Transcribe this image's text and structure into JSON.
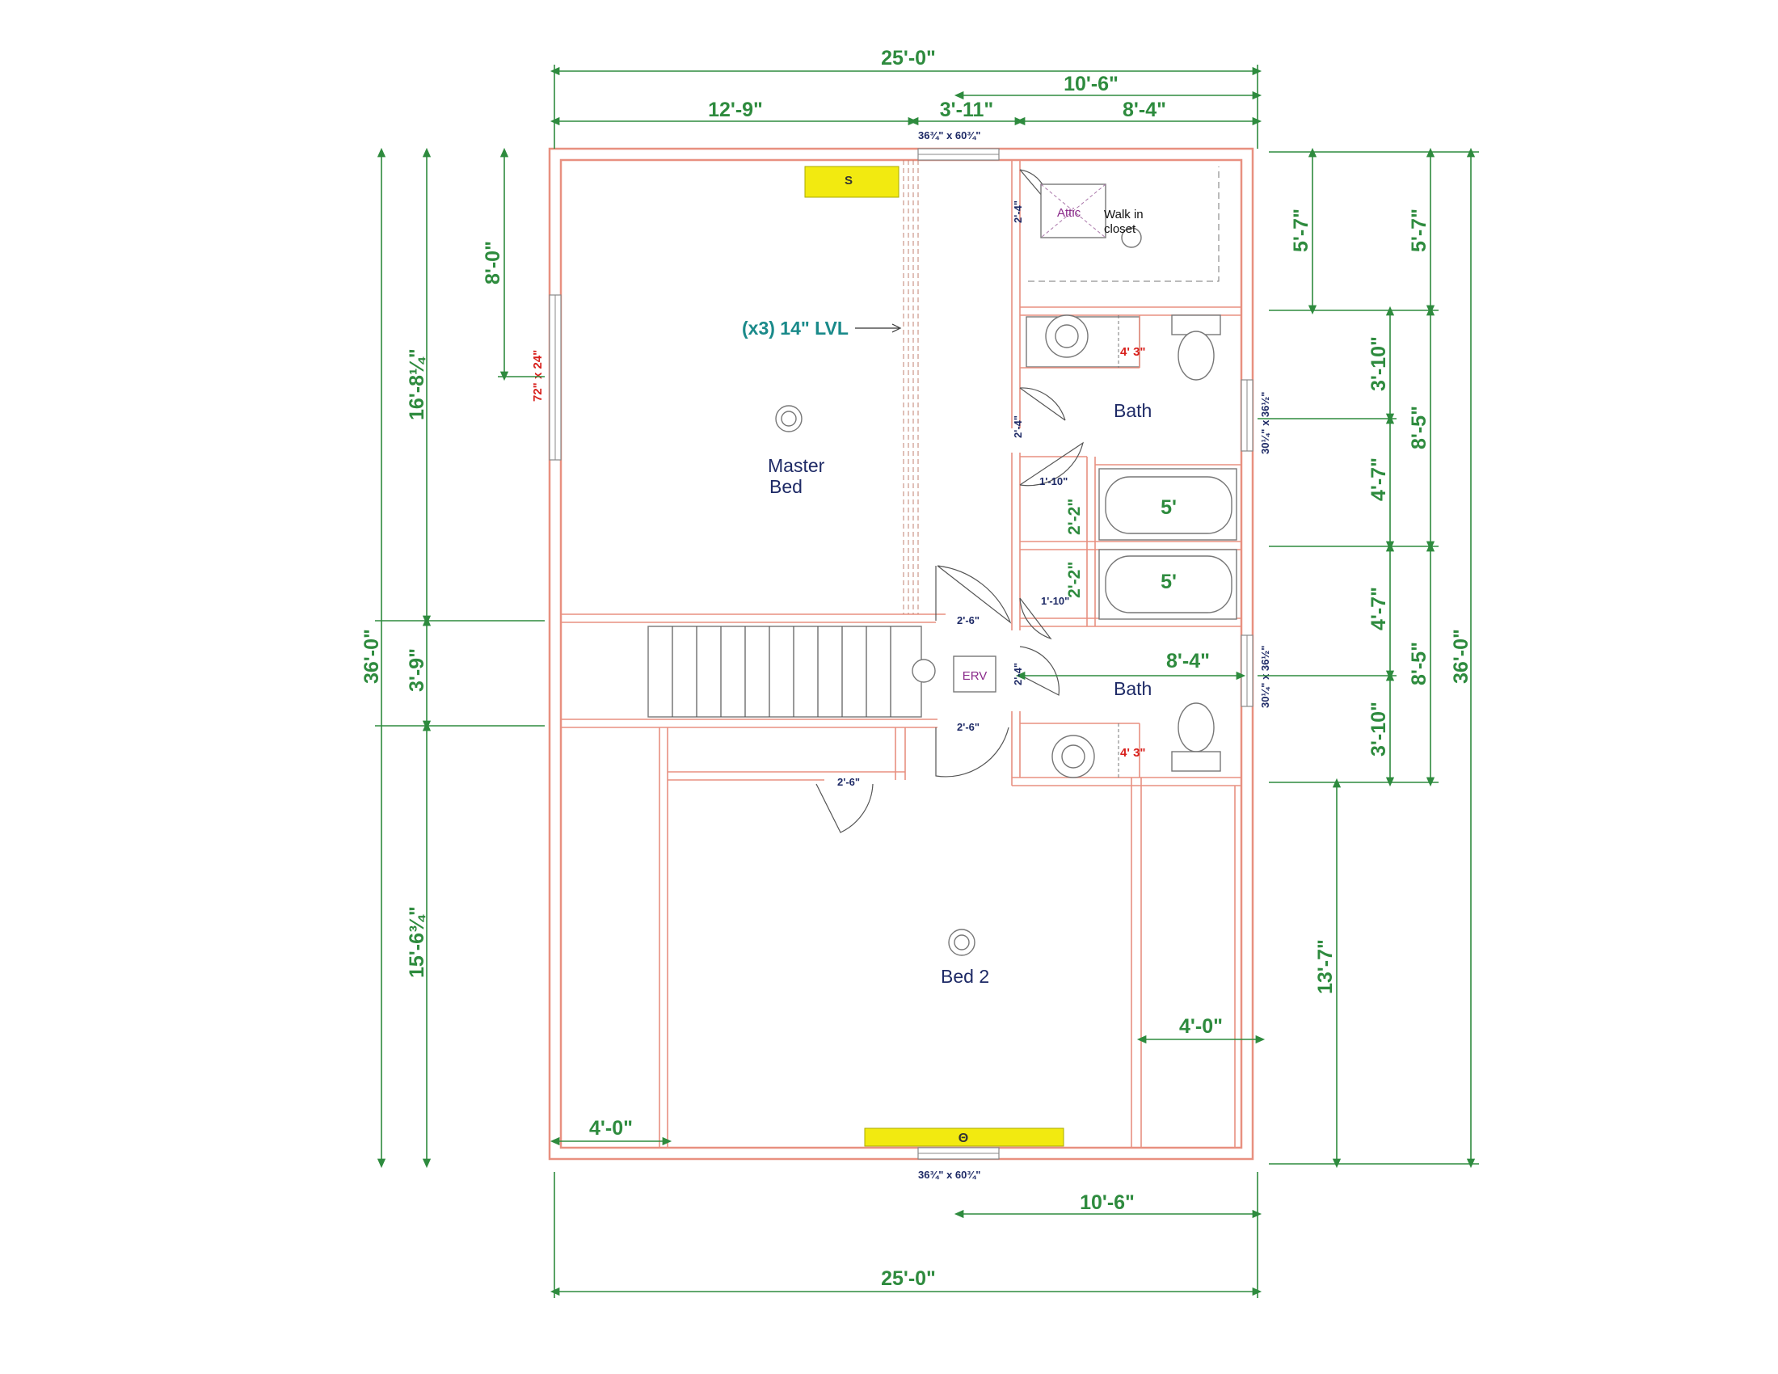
{
  "rooms": {
    "master_line1": "Master",
    "master_line2": "Bed",
    "bed2": "Bed 2",
    "bath_upper": "Bath",
    "bath_lower": "Bath",
    "closet_line1": "Walk in",
    "closet_line2": "closet",
    "attic": "Attic",
    "erv": "ERV",
    "s_marker": "S",
    "theta_marker": "Θ"
  },
  "notes": {
    "lvl": "(x3) 14\" LVL",
    "window_top": "36¾\" x 60¾\"",
    "window_bottom": "36¾\" x 60¾\"",
    "window_left": "72\" x 24\"",
    "window_bath_upper": "30¼\" x 36½\"",
    "window_bath_lower": "30¼\" x 36½\""
  },
  "dimensions": {
    "top_total": "25'-0\"",
    "top_right": "10'-6\"",
    "top_left": "12'-9\"",
    "top_mid": "3'-11\"",
    "top_far_right": "8'-4\"",
    "bottom_right": "10'-6\"",
    "bottom_total": "25'-0\"",
    "left_total": "36'-0\"",
    "left_upper": "16'-8¼\"",
    "left_mid": "3'-9\"",
    "left_lower": "15'-6¾\"",
    "left_window": "8'-0\"",
    "right_total": "36'-0\"",
    "right_closet_a": "5'-7\"",
    "right_closet_b": "5'-7\"",
    "right_a1": "3'-10\"",
    "right_a2": "4'-7\"",
    "right_a3": "4'-7\"",
    "right_a4": "3'-10\"",
    "right_b1": "8'-5\"",
    "right_b2": "8'-5\"",
    "right_bed2": "13'-7\"",
    "hall_width": "8'-4\"",
    "closet_4_left": "4'-0\"",
    "closet_4_right": "4'-0\"",
    "tub_upper": "5'",
    "tub_lower": "5'",
    "vanity_upper": "4' 3\"",
    "vanity_lower": "4' 3\"",
    "door_closet": "2'-4\"",
    "door_bath_upper": "2'-4\"",
    "door_bath_lower": "2'-4\"",
    "door_master": "2'-6\"",
    "door_bed2": "2'-6\"",
    "door_bed2_closet": "2'-6\"",
    "linen_upper_w": "1'-10\"",
    "linen_lower_w": "1'-10\"",
    "linen_upper_d": "2'-2\"",
    "linen_lower_d": "2'-2\""
  },
  "colors": {
    "wall": "#e89080",
    "dimension": "#2e8b3e",
    "room_label": "#1e2a66",
    "highlight": "#f2ea10"
  }
}
